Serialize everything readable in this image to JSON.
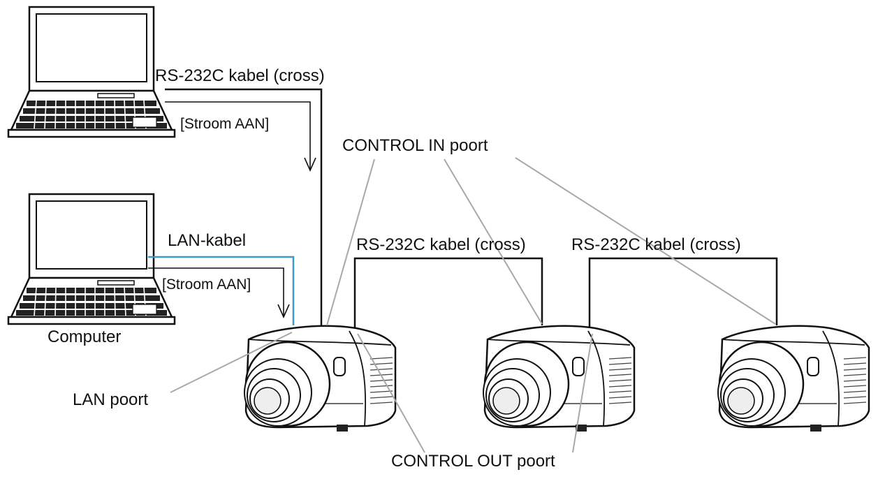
{
  "labels": {
    "rs232_top": "RS-232C kabel (cross)",
    "power_on_top": "[Stroom AAN]",
    "control_in": "CONTROL IN poort",
    "lan_cable": "LAN-kabel",
    "rs232_mid_1": "RS-232C kabel (cross)",
    "rs232_mid_2": "RS-232C kabel (cross)",
    "power_on_bottom": "[Stroom AAN]",
    "computer": "Computer",
    "lan_port": "LAN poort",
    "control_out": "CONTROL OUT poort"
  },
  "colors": {
    "line": "#111111",
    "leader": "#a8a8a8",
    "lan_cable": "#3a9bc8"
  },
  "icons": {
    "laptop": "laptop-icon",
    "projector": "projector-icon"
  }
}
